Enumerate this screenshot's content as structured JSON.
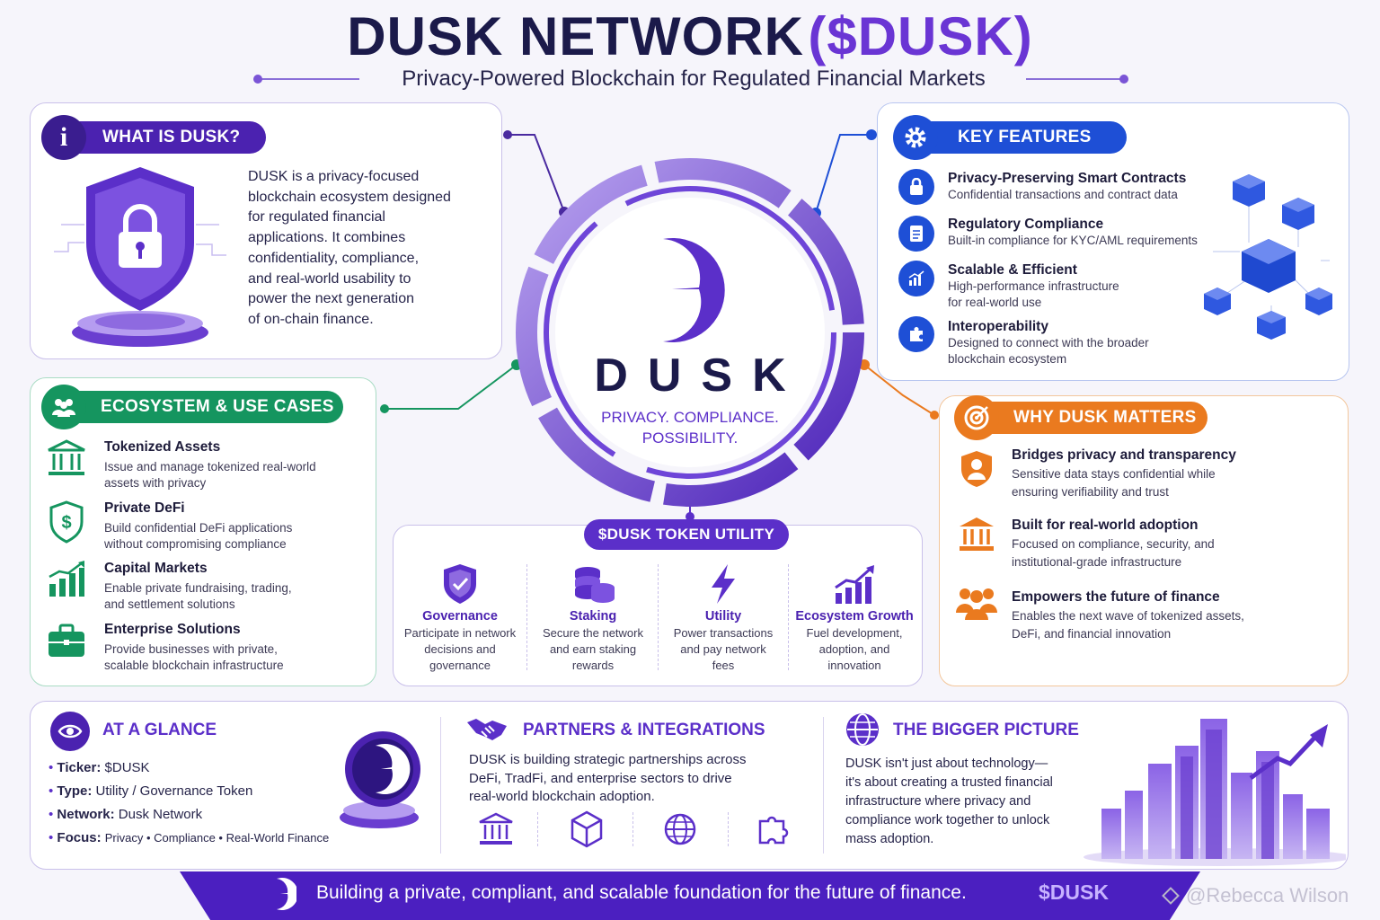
{
  "header": {
    "title_main": "DUSK NETWORK",
    "title_ticker": "($DUSK)",
    "subtitle": "Privacy-Powered Blockchain for Regulated Financial Markets"
  },
  "center": {
    "brand": "DUSK",
    "tagline_1": "PRIVACY. COMPLIANCE.",
    "tagline_2": "POSSIBILITY."
  },
  "what_is": {
    "title": "WHAT IS DUSK?",
    "lines": [
      "DUSK is a privacy-focused",
      "blockchain ecosystem designed",
      "for regulated financial",
      "applications. It combines",
      "confidentiality, compliance,",
      "and real-world usability to",
      "power the next generation",
      "of on-chain finance."
    ]
  },
  "key_features": {
    "title": "KEY FEATURES",
    "items": [
      {
        "icon": "lock-icon",
        "title": "Privacy-Preserving Smart Contracts",
        "desc": [
          "Confidential transactions and contract data"
        ]
      },
      {
        "icon": "document-icon",
        "title": "Regulatory Compliance",
        "desc": [
          "Built-in compliance for KYC/AML requirements"
        ]
      },
      {
        "icon": "chart-icon",
        "title": "Scalable & Efficient",
        "desc": [
          "High-performance infrastructure",
          "for real-world use"
        ]
      },
      {
        "icon": "puzzle-icon",
        "title": "Interoperability",
        "desc": [
          "Designed to connect with the broader",
          "blockchain ecosystem"
        ]
      }
    ]
  },
  "ecosystem": {
    "title": "ECOSYSTEM & USE CASES",
    "items": [
      {
        "icon": "bank-icon",
        "title": "Tokenized Assets",
        "desc": [
          "Issue and manage tokenized real-world",
          "assets with privacy"
        ]
      },
      {
        "icon": "dollar-shield-icon",
        "title": "Private DeFi",
        "desc": [
          "Build confidential DeFi applications",
          "without compromising compliance"
        ]
      },
      {
        "icon": "bar-chart-icon",
        "title": "Capital Markets",
        "desc": [
          "Enable private fundraising, trading,",
          "and settlement solutions"
        ]
      },
      {
        "icon": "briefcase-icon",
        "title": "Enterprise Solutions",
        "desc": [
          "Provide businesses with private,",
          "scalable blockchain infrastructure"
        ]
      }
    ]
  },
  "token_utility": {
    "title": "$DUSK TOKEN UTILITY",
    "items": [
      {
        "icon": "shield-check-icon",
        "title": "Governance",
        "desc": [
          "Participate in network",
          "decisions and",
          "governance"
        ]
      },
      {
        "icon": "coins-icon",
        "title": "Staking",
        "desc": [
          "Secure the network",
          "and earn staking",
          "rewards"
        ]
      },
      {
        "icon": "lightning-icon",
        "title": "Utility",
        "desc": [
          "Power transactions",
          "and pay network",
          "fees"
        ]
      },
      {
        "icon": "growth-chart-icon",
        "title": "Ecosystem Growth",
        "desc": [
          "Fuel development,",
          "adoption, and",
          "innovation"
        ]
      }
    ]
  },
  "why_matters": {
    "title": "WHY DUSK MATTERS",
    "items": [
      {
        "icon": "shield-person-icon",
        "title": "Bridges privacy and transparency",
        "desc": [
          "Sensitive data stays confidential while",
          "ensuring verifiability and trust"
        ]
      },
      {
        "icon": "institution-icon",
        "title": "Built for real-world adoption",
        "desc": [
          "Focused on compliance, security, and",
          "institutional-grade infrastructure"
        ]
      },
      {
        "icon": "people-icon",
        "title": "Empowers the future of finance",
        "desc": [
          "Enables the next wave of tokenized assets,",
          "DeFi, and financial innovation"
        ]
      }
    ]
  },
  "at_a_glance": {
    "title": "AT A GLANCE",
    "rows": [
      {
        "label": "Ticker:",
        "value": "$DUSK"
      },
      {
        "label": "Type:",
        "value": "Utility / Governance Token"
      },
      {
        "label": "Network:",
        "value": "Dusk Network"
      },
      {
        "label": "Focus:",
        "value": "Privacy • Compliance • Real-World Finance"
      }
    ]
  },
  "partners": {
    "title": "PARTNERS & INTEGRATIONS",
    "lines": [
      "DUSK is building strategic partnerships across",
      "DeFi, TradFi, and enterprise sectors to drive",
      "real-world blockchain adoption."
    ],
    "icons": [
      "bank-icon",
      "cube-icon",
      "globe-icon",
      "puzzle-icon"
    ]
  },
  "bigger_picture": {
    "title": "THE BIGGER PICTURE",
    "lines": [
      "DUSK isn't just about technology—",
      "it's about creating a trusted financial",
      "infrastructure where privacy and",
      "compliance work together to unlock",
      "mass adoption."
    ]
  },
  "footer": {
    "tagline": "Building a private, compliant, and scalable foundation for the future of finance.",
    "ticker": "$DUSK",
    "watermark": "@Rebecca Wilson"
  },
  "colors": {
    "purple": "#5b2fc9",
    "dark_purple": "#3a1d8f",
    "blue": "#1e4fd6",
    "green": "#15955f",
    "orange": "#ea7a1f",
    "navy": "#1d1b3a"
  }
}
